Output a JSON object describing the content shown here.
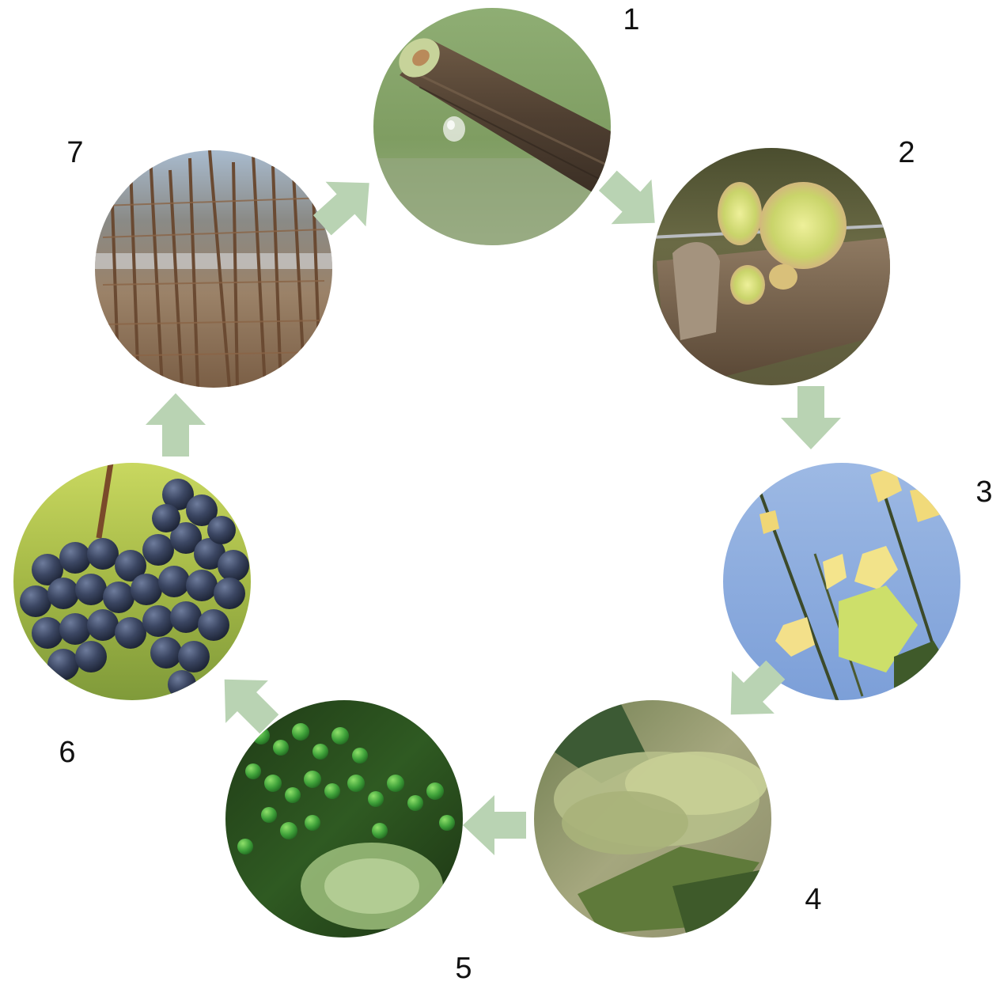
{
  "diagram": {
    "type": "cycle",
    "stages": [
      {
        "label": "1",
        "photo": "dripping-cut-cane"
      },
      {
        "label": "2",
        "photo": "budburst"
      },
      {
        "label": "3",
        "photo": "young-leaves-sky"
      },
      {
        "label": "4",
        "photo": "flowering-inflorescence"
      },
      {
        "label": "5",
        "photo": "fruit-set-green-berries"
      },
      {
        "label": "6",
        "photo": "ripe-dark-grape-clusters"
      },
      {
        "label": "7",
        "photo": "dormant-bare-canes"
      }
    ],
    "arrows": [
      {
        "from": "1",
        "to": "2"
      },
      {
        "from": "2",
        "to": "3"
      },
      {
        "from": "3",
        "to": "4"
      },
      {
        "from": "4",
        "to": "5"
      },
      {
        "from": "5",
        "to": "6"
      },
      {
        "from": "6",
        "to": "7"
      },
      {
        "from": "7",
        "to": "1"
      }
    ]
  },
  "colors": {
    "arrow": "#b9d3b3",
    "background": "#ffffff",
    "label": "#111111"
  }
}
